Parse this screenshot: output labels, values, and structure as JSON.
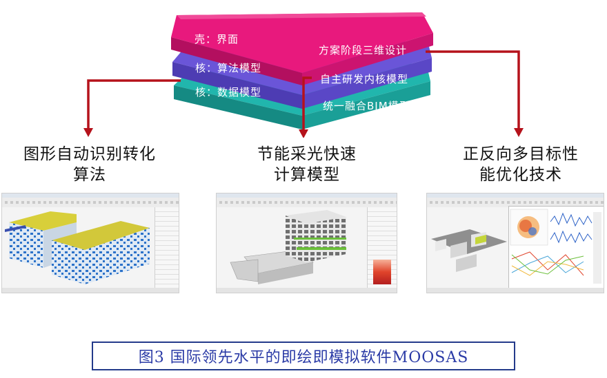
{
  "layers": {
    "shell_left": "壳：界面",
    "shell_right": "方案阶段三维设计",
    "core1_left": "核：算法模型",
    "core1_right": "自主研发内核模型",
    "core2_left": "核：数据模型",
    "core2_right": "统一融合BIM模型"
  },
  "colors": {
    "shell": "#e8197d",
    "core_algo": "#6a55d8",
    "core_data": "#21b6ad",
    "arrow": "#b5121b",
    "caption_text": "#2a3aa6"
  },
  "columns": [
    {
      "line1": "图形自动识别转化",
      "line2": "算法"
    },
    {
      "line1": "节能采光快速",
      "line2": "计算模型"
    },
    {
      "line1": "正反向多目标性",
      "line2": "能优化技术"
    }
  ],
  "caption": "图3 国际领先水平的即绘即模拟软件MOOSAS"
}
